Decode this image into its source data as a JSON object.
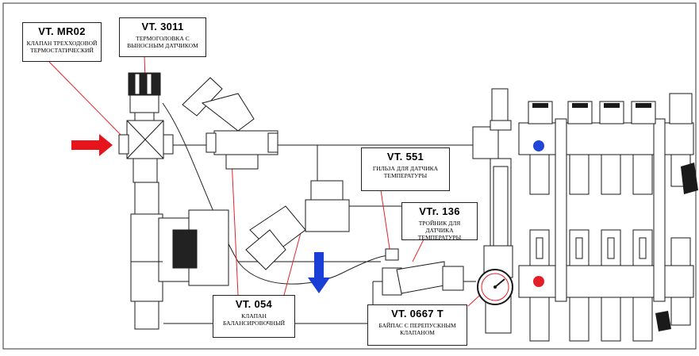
{
  "labels": {
    "mr02": {
      "code": "VT. MR02",
      "desc": "КЛАПАН ТРЕХХОДОВОЙ\nТЕРМОСТАТИЧЕСКИЙ"
    },
    "t3011": {
      "code": "VT. 3011",
      "desc": "ТЕРМОГОЛОВКА С\nВЫНОСНЫМ ДАТЧИКОМ"
    },
    "t551": {
      "code": "VT. 551",
      "desc": "ГИЛЬЗА ДЛЯ ДАТЧИКА\nТЕМПЕРАТУРЫ"
    },
    "r136": {
      "code": "VTr. 136",
      "desc": "ТРОЙНИК ДЛЯ ДАТЧИКА\nТЕМПЕРАТУРЫ"
    },
    "t054": {
      "code": "VT. 054",
      "desc": "КЛАПАН\nБАЛАНСИРОВОЧНЫЙ"
    },
    "t0667": {
      "code": "VT. 0667 T",
      "desc": "БАЙПАС С ПЕРЕПУСКНЫМ\nКЛАПАНОМ"
    }
  },
  "colors": {
    "supply_arrow": "#e8141c",
    "return_arrow": "#1a3fd6",
    "hot_marker": "#e41e26",
    "cold_marker": "#1f45d9",
    "leader_line": "#e2242a",
    "outline": "#1a1a1a"
  },
  "icons": [
    "flow-in-arrow",
    "flow-down-arrow",
    "pressure-gauge",
    "manifold-valve",
    "flow-meter"
  ]
}
